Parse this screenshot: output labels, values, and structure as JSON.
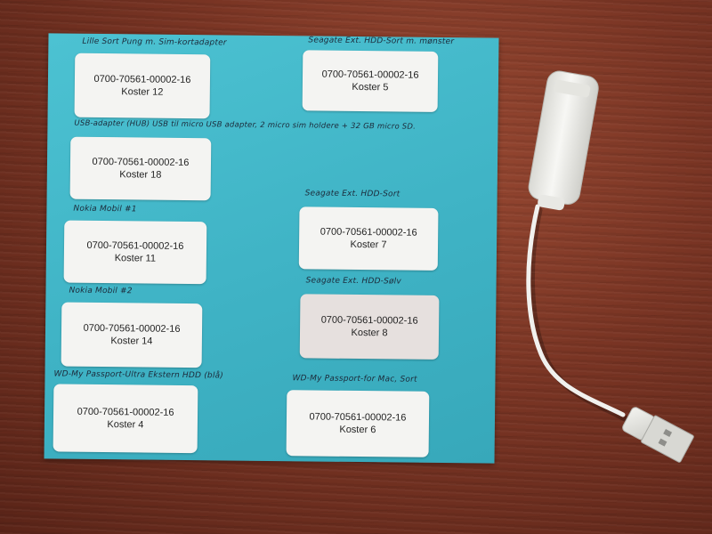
{
  "labels": [
    {
      "note": "Lille Sort Pung m. Sim-kortadapter",
      "code": "0700-70561-00002-16",
      "koster": "Koster 12"
    },
    {
      "note": "Seagate Ext. HDD-Sort m. mønster",
      "code": "0700-70561-00002-16",
      "koster": "Koster 5"
    },
    {
      "note": "USB-adapter (HUB) USB til micro USB adapter, 2 micro sim holdere + 32 GB micro SD.",
      "code": "0700-70561-00002-16",
      "koster": "Koster 18"
    },
    {
      "note": "Seagate Ext. HDD-Sort",
      "code": "0700-70561-00002-16",
      "koster": "Koster 7"
    },
    {
      "note": "Nokia Mobil #1",
      "code": "0700-70561-00002-16",
      "koster": "Koster 11"
    },
    {
      "note": "Seagate Ext. HDD-Sølv",
      "code": "0700-70561-00002-16",
      "koster": "Koster 8"
    },
    {
      "note": "Nokia Mobil #2",
      "code": "0700-70561-00002-16",
      "koster": "Koster 14"
    },
    {
      "note": "WD-My Passport-Ultra Ekstern HDD (blå)",
      "code": "0700-70561-00002-16",
      "koster": "Koster 4"
    },
    {
      "note": "WD-My Passport-for Mac, Sort",
      "code": "0700-70561-00002-16",
      "koster": "Koster 6"
    }
  ],
  "colors": {
    "sheet": "#3fb3c5",
    "label": "#f4f4f2",
    "table": "#7a3524",
    "adapter": "#f1f1ee"
  },
  "icons": {
    "adapter": "usb-ethernet-adapter-icon"
  }
}
